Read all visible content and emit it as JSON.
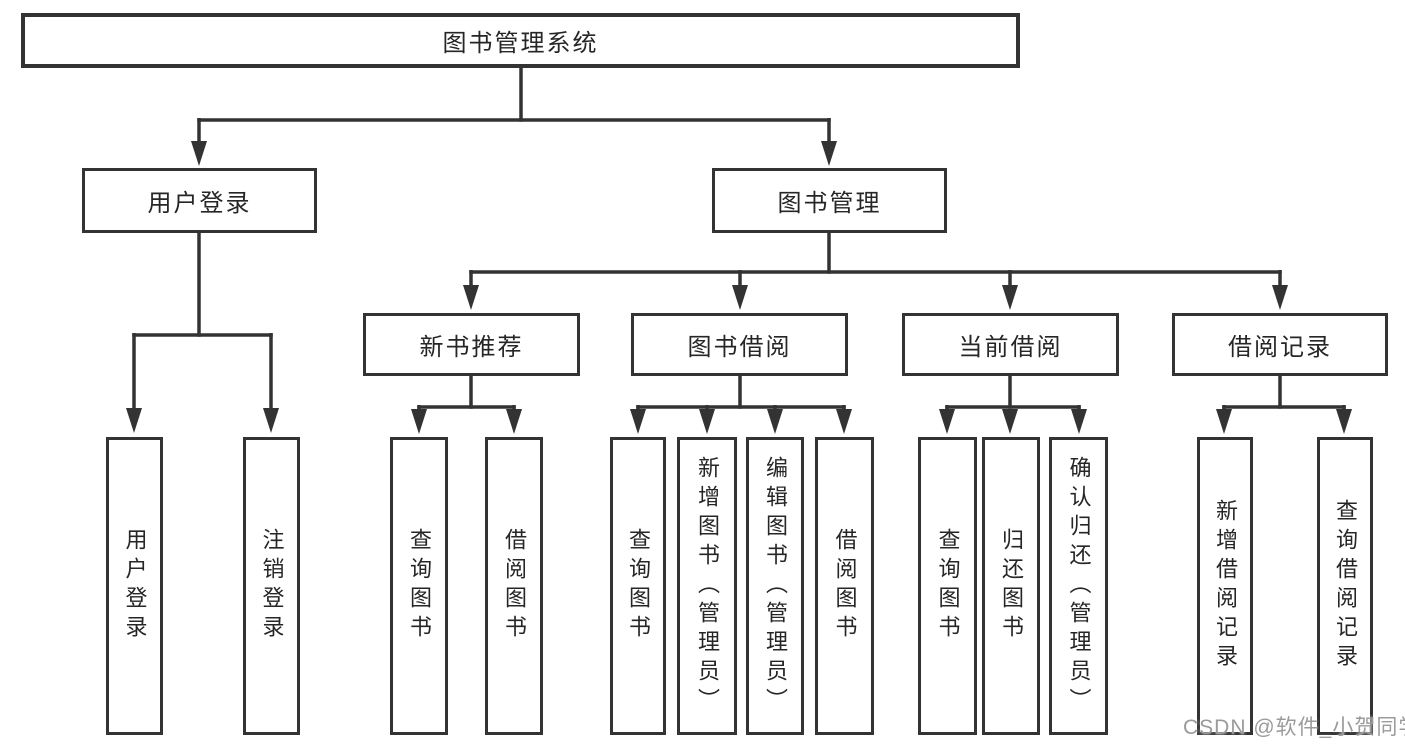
{
  "diagram": {
    "root": "图书管理系统",
    "l2": [
      "用户登录",
      "图书管理"
    ],
    "l3": [
      "新书推荐",
      "图书借阅",
      "当前借阅",
      "借阅记录"
    ],
    "leaves_user_login": [
      "用户登录",
      "注销登录"
    ],
    "leaves_new_book": [
      "查询图书",
      "借阅图书"
    ],
    "leaves_book_borrow": [
      "查询图书",
      "新增图书（管理员）",
      "编辑图书（管理员）",
      "借阅图书"
    ],
    "leaves_current_borrow": [
      "查询图书",
      "归还图书",
      "确认归还（管理员）"
    ],
    "leaves_borrow_record": [
      "新增借阅记录",
      "查询借阅记录"
    ]
  },
  "watermark": "CSDN @软件_小贺同学",
  "colors": {
    "line": "#333333",
    "text": "#262626",
    "background": "#ffffff",
    "watermark": "#9b9b9b"
  }
}
